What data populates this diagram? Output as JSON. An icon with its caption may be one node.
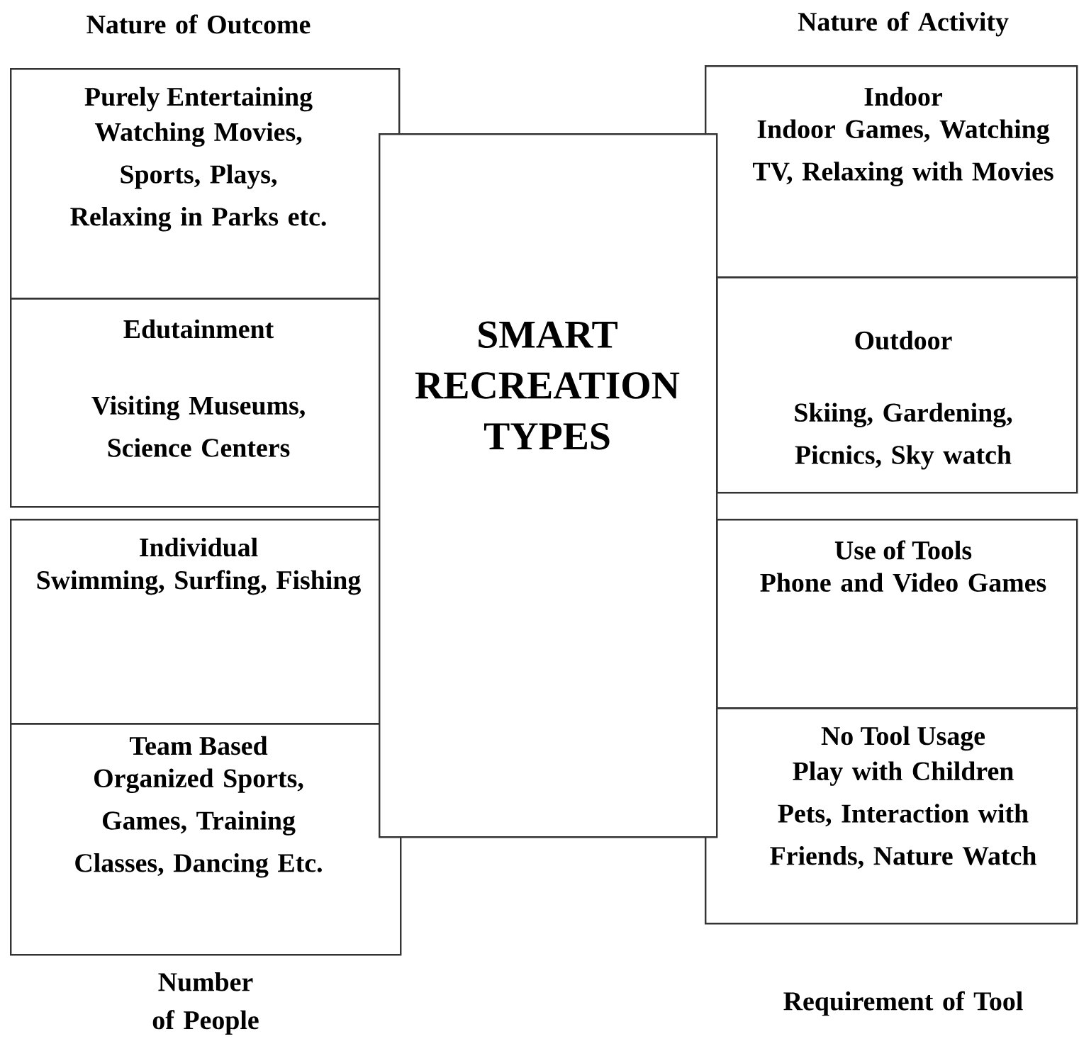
{
  "diagram": {
    "nodes": [
      {
        "text": [
          "SMART RECREATION TYPES"
        ]
      },
      {
        "text": [
          "Purely Entertaining",
          "Watching Movies, Sports, Plays, Relaxing in Parks etc."
        ]
      },
      {
        "text": [
          "Edutainment",
          "Visiting Museums, Science Centers"
        ]
      },
      {
        "text": [
          "Individual",
          "Swimming, Surfing, Fishing"
        ]
      },
      {
        "text": [
          "Team Based",
          "Organized Sports, Games, Training Classes, Dancing Etc."
        ]
      },
      {
        "text": [
          "Indoor",
          "Indoor Games, Watching TV, Relaxing with Movies"
        ]
      },
      {
        "text": [
          "Outdoor",
          "Skiing, Gardening, Picnics, Sky watch"
        ]
      },
      {
        "text": [
          "Use of Tools",
          "Phone and Video Games"
        ]
      },
      {
        "text": [
          "No Tool Usage",
          "Play with Children Pets, Interaction with Friends, Nature Watch"
        ]
      }
    ],
    "labels": [
      "Nature of Outcome",
      "Nature of Activity",
      "Number of People",
      "Requirement of Tool"
    ]
  }
}
